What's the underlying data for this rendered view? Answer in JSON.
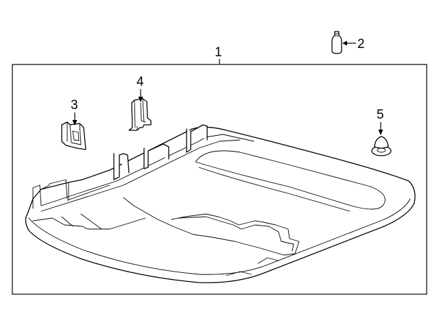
{
  "callouts": {
    "part1": "1",
    "part2": "2",
    "part3": "3",
    "part4": "4",
    "part5": "5"
  },
  "colors": {
    "line": "#000000",
    "background": "#ffffff"
  }
}
